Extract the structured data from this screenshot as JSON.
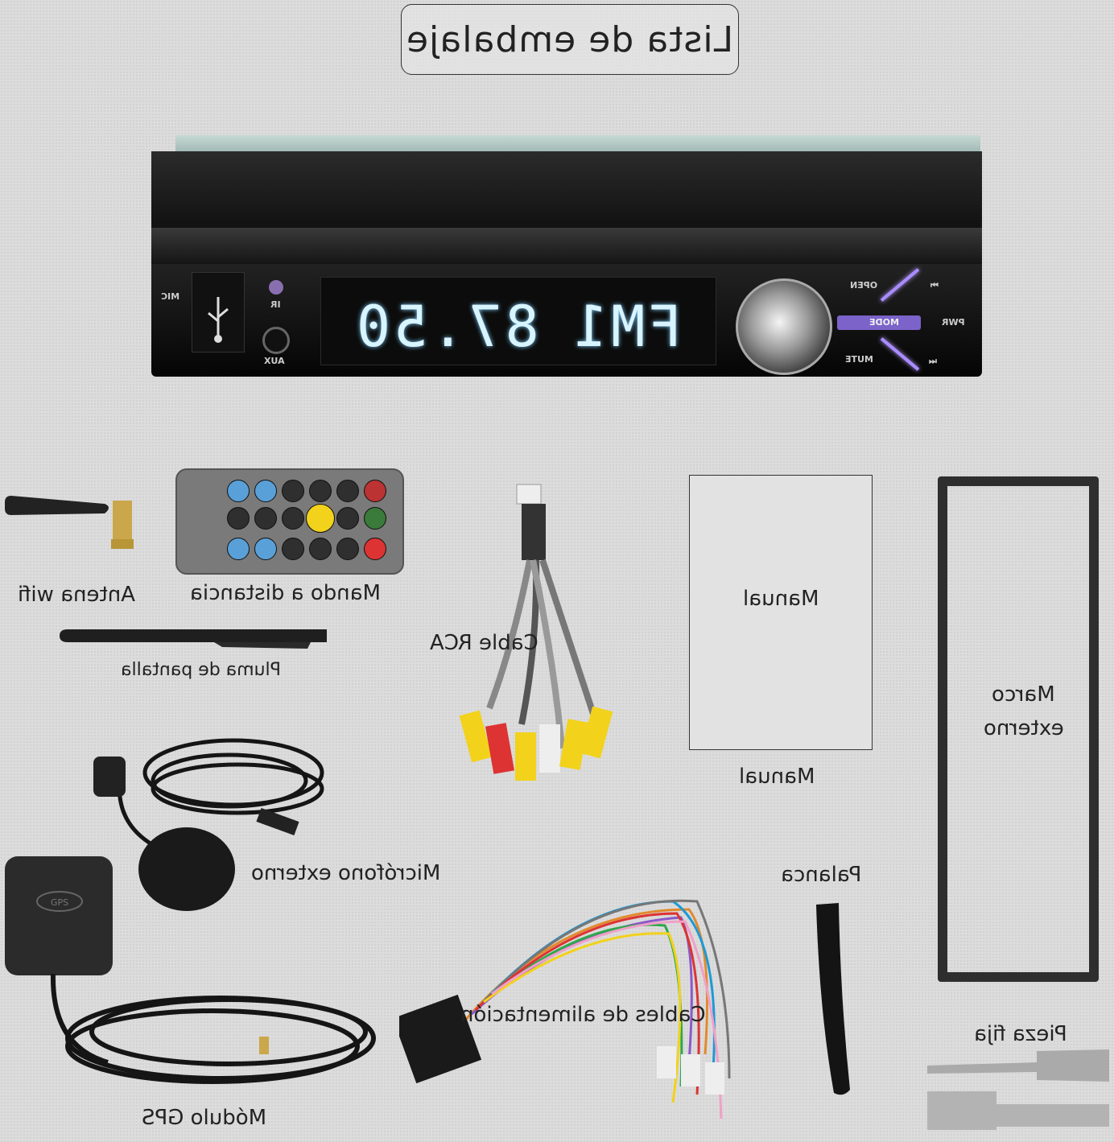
{
  "title": "Lista de embalaje",
  "stereo": {
    "frequency": "87.50",
    "band": "FM1",
    "buttons": {
      "mic": "MIC",
      "ir": "IR",
      "aux": "AUX",
      "open": "OPEN",
      "mode": "MODE",
      "pwr": "PWR",
      "mute": "MUTE"
    }
  },
  "items": {
    "antenna": "Antena wifi",
    "remote": "Mando a distancia",
    "stylus": "Pluma de pantalla",
    "rca": "Cable RCA",
    "manual_inside": "Manual",
    "manual": "Manual",
    "frame_line1": "Marco",
    "frame_line2": "externo",
    "microphone": "Micrófono externo",
    "lever": "Palanca",
    "power_cables": "Cables de alimentación",
    "fixing_piece": "Pieza fija",
    "gps": "Módulo GPS"
  },
  "icons": [
    "usb-icon",
    "gps-logo"
  ],
  "colors": {
    "lcd": "#d8f4ff",
    "accent": "#a98cff",
    "yellow": "#f2d21b",
    "red": "#d33"
  }
}
